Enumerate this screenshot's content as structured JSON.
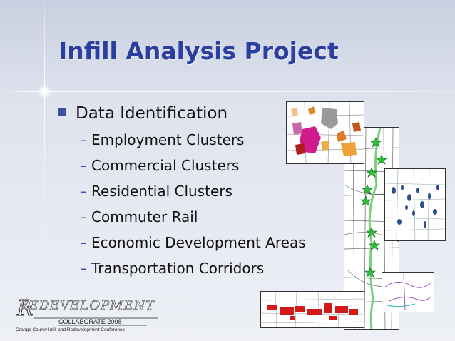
{
  "slide": {
    "title": "Infill Analysis Project",
    "main_bullet": "Data Identification",
    "sub_bullets": [
      "Employment Clusters",
      "Commercial Clusters",
      "Residential Clusters",
      "Commuter Rail",
      "Economic Development Areas",
      "Transportation Corridors"
    ],
    "sub_marker": "–"
  },
  "logo": {
    "name": "REDEVELOPMENT",
    "line1": "COLLABORATE 2008",
    "line2": "Orange County Infill and Redevelopment Conference"
  },
  "colors": {
    "title": "#2a3f9e",
    "bullet": "#3a4fa8",
    "rail_star": "#2fbf3a"
  },
  "maps": [
    {
      "name": "employment-map"
    },
    {
      "name": "commuter-rail-map"
    },
    {
      "name": "residential-map"
    },
    {
      "name": "transportation-map"
    },
    {
      "name": "commercial-map"
    }
  ]
}
